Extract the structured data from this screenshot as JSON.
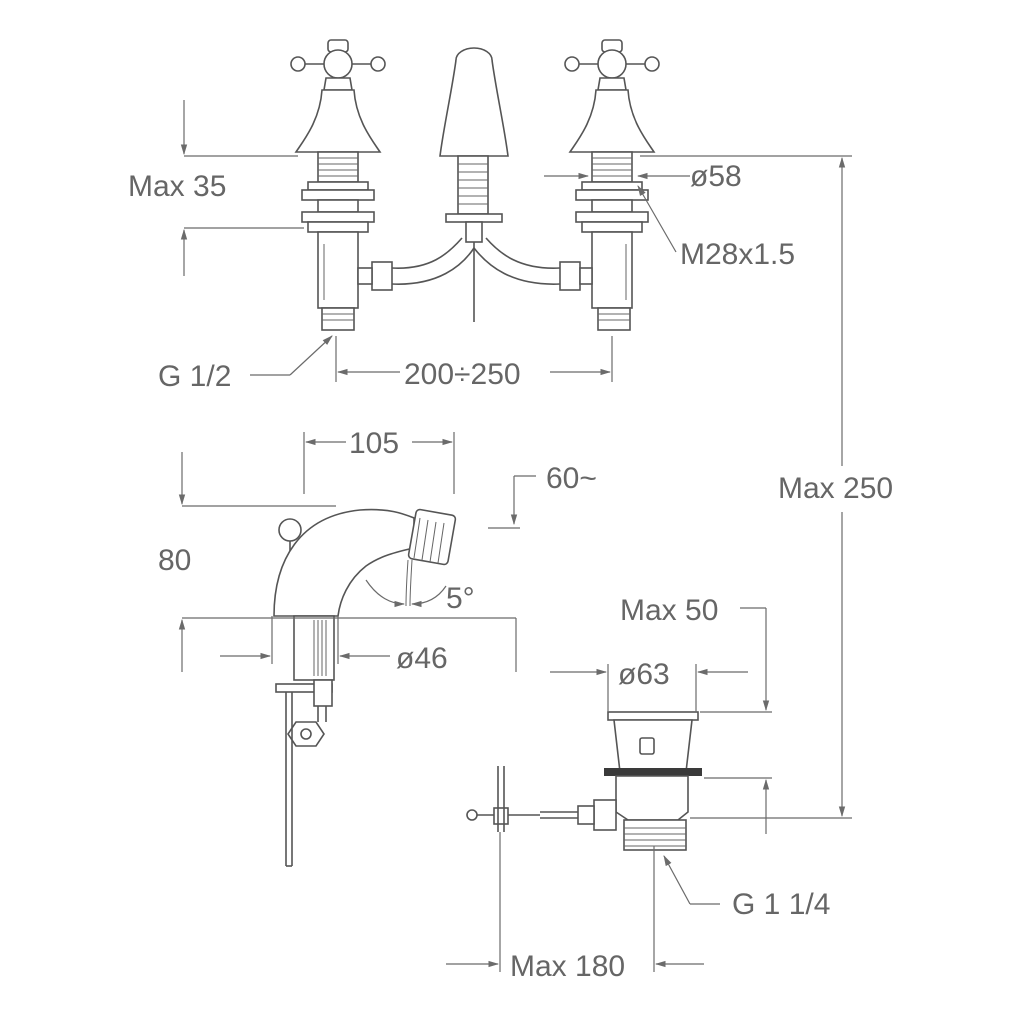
{
  "labels": {
    "max_35": "Max 35",
    "d58": "ø58",
    "m28": "M28x1.5",
    "g12": "G 1/2",
    "span": "200÷250",
    "d105": "105",
    "a60": "60~",
    "max_250": "Max 250",
    "h80": "80",
    "a5": "5°",
    "max_50": "Max 50",
    "d46": "ø46",
    "d63": "ø63",
    "g114": "G 1 1/4",
    "max_180": "Max 180"
  },
  "colors": {
    "text": "#666666",
    "line": "#6b6b6b",
    "background": "#ffffff"
  }
}
